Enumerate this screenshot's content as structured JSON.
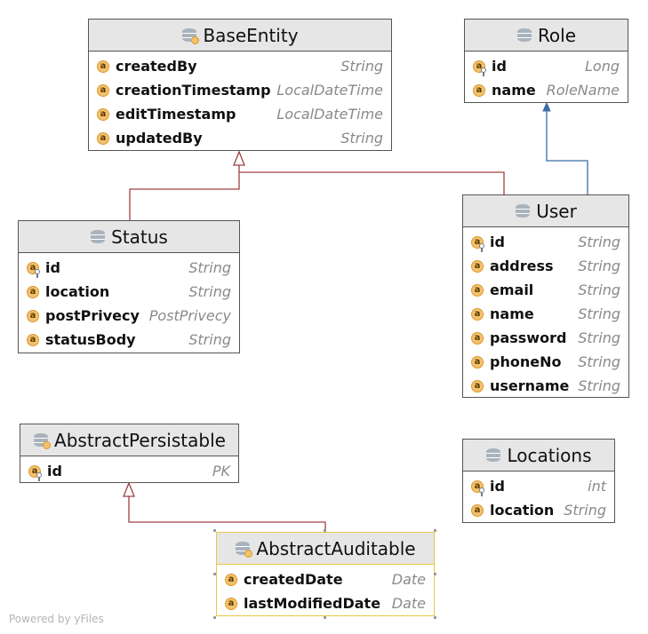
{
  "entities": {
    "base_entity": {
      "title": "BaseEntity",
      "fields": [
        {
          "name": "createdBy",
          "type": "String",
          "key": false
        },
        {
          "name": "creationTimestamp",
          "type": "LocalDateTime",
          "key": false
        },
        {
          "name": "editTimestamp",
          "type": "LocalDateTime",
          "key": false
        },
        {
          "name": "updatedBy",
          "type": "String",
          "key": false
        }
      ]
    },
    "role": {
      "title": "Role",
      "fields": [
        {
          "name": "id",
          "type": "Long",
          "key": true
        },
        {
          "name": "name",
          "type": "RoleName",
          "key": false
        }
      ]
    },
    "status": {
      "title": "Status",
      "fields": [
        {
          "name": "id",
          "type": "String",
          "key": true
        },
        {
          "name": "location",
          "type": "String",
          "key": false
        },
        {
          "name": "postPrivecy",
          "type": "PostPrivecy",
          "key": false
        },
        {
          "name": "statusBody",
          "type": "String",
          "key": false
        }
      ]
    },
    "user": {
      "title": "User",
      "fields": [
        {
          "name": "id",
          "type": "String",
          "key": true
        },
        {
          "name": "address",
          "type": "String",
          "key": false
        },
        {
          "name": "email",
          "type": "String",
          "key": false
        },
        {
          "name": "name",
          "type": "String",
          "key": false
        },
        {
          "name": "password",
          "type": "String",
          "key": false
        },
        {
          "name": "phoneNo",
          "type": "String",
          "key": false
        },
        {
          "name": "username",
          "type": "String",
          "key": false
        }
      ]
    },
    "abstract_persistable": {
      "title": "AbstractPersistable",
      "fields": [
        {
          "name": "id",
          "type": "PK",
          "key": true
        }
      ]
    },
    "locations": {
      "title": "Locations",
      "fields": [
        {
          "name": "id",
          "type": "int",
          "key": true
        },
        {
          "name": "location",
          "type": "String",
          "key": false
        }
      ]
    },
    "abstract_auditable": {
      "title": "AbstractAuditable",
      "fields": [
        {
          "name": "createdDate",
          "type": "Date",
          "key": false
        },
        {
          "name": "lastModifiedDate",
          "type": "Date",
          "key": false
        }
      ]
    }
  },
  "attribute_icon_letter": "a",
  "watermark": "Powered by yFiles",
  "colors": {
    "inheritance_edge": "#a04040",
    "association_edge": "#3c6ea8",
    "header_bg": "#e6e6e6",
    "selection_border": "#e8c84a"
  }
}
